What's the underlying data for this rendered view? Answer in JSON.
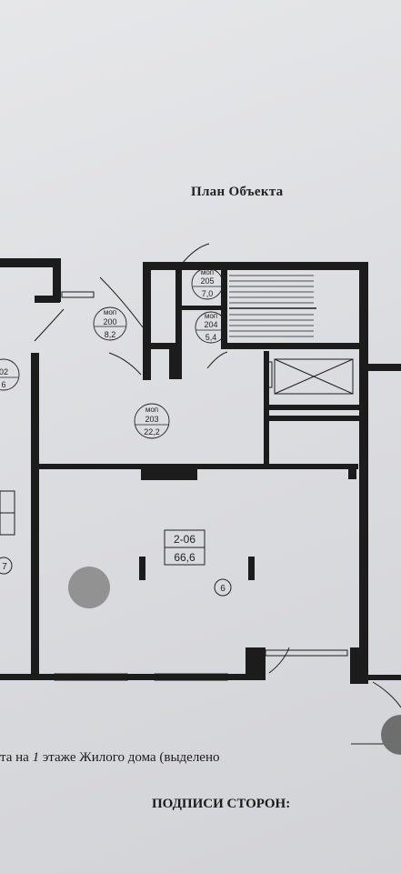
{
  "document": {
    "title": "План Объекта",
    "caption_prefix": "та на ",
    "caption_floor": "1",
    "caption_suffix": " этаже Жилого дома (выделено",
    "signatures_heading": "ПОДПИСИ СТОРОН:"
  },
  "plan": {
    "rooms": [
      {
        "type": "моп",
        "number": "205",
        "area": "7,0"
      },
      {
        "type": "моп",
        "number": "204",
        "area": "5,4"
      },
      {
        "type": "моп",
        "number": "200",
        "area": "8,2"
      },
      {
        "type": "моп",
        "number": "203",
        "area": "22,2"
      },
      {
        "type": "",
        "number": "02",
        "area": "6"
      }
    ],
    "unit": {
      "number": "2-06",
      "area": "66,6",
      "marker": "6"
    },
    "edge_marker": "7"
  },
  "colors": {
    "wall": "#1c1c1c",
    "paper": "#dfe0e2",
    "shade": "#8a8a8a"
  }
}
